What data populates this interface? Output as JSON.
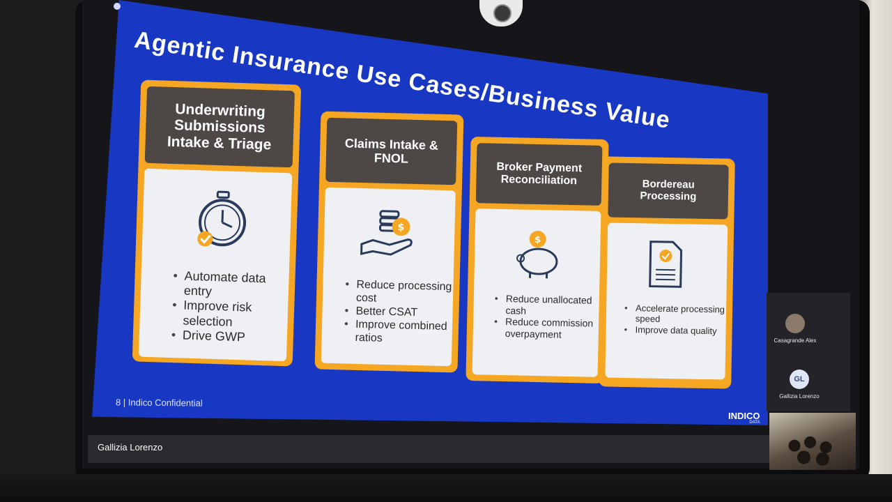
{
  "slide": {
    "title": "Agentic Insurance Use Cases/Business Value",
    "footer": "8 | Indico Confidential",
    "brand": "INDICO",
    "brand_sub": "DATA",
    "cards": [
      {
        "heading": "Underwriting Submissions Intake & Triage",
        "icon": "stopwatch-check-icon",
        "bullets": [
          "Automate data entry",
          "Improve risk selection",
          "Drive GWP"
        ]
      },
      {
        "heading": "Claims Intake & FNOL",
        "icon": "coins-hand-icon",
        "bullets": [
          "Reduce processing cost",
          "Better CSAT",
          "Improve combined ratios"
        ]
      },
      {
        "heading": "Broker Payment Reconciliation",
        "icon": "piggy-bank-coin-icon",
        "bullets": [
          "Reduce unallocated cash",
          "Reduce commission overpayment"
        ]
      },
      {
        "heading": "Bordereau Processing",
        "icon": "certificate-document-icon",
        "bullets": [
          "Accelerate processing speed",
          "Improve data quality"
        ]
      }
    ]
  },
  "meeting": {
    "presenter": "Gallizia Lorenzo",
    "participants": [
      {
        "name": "Casagrande Alex",
        "initials": ""
      },
      {
        "name": "Gallizia Lorenzo",
        "initials": "GL"
      }
    ]
  },
  "colors": {
    "slide_bg": "#1838c4",
    "card_border": "#f5a623",
    "card_header": "#4d4846"
  }
}
